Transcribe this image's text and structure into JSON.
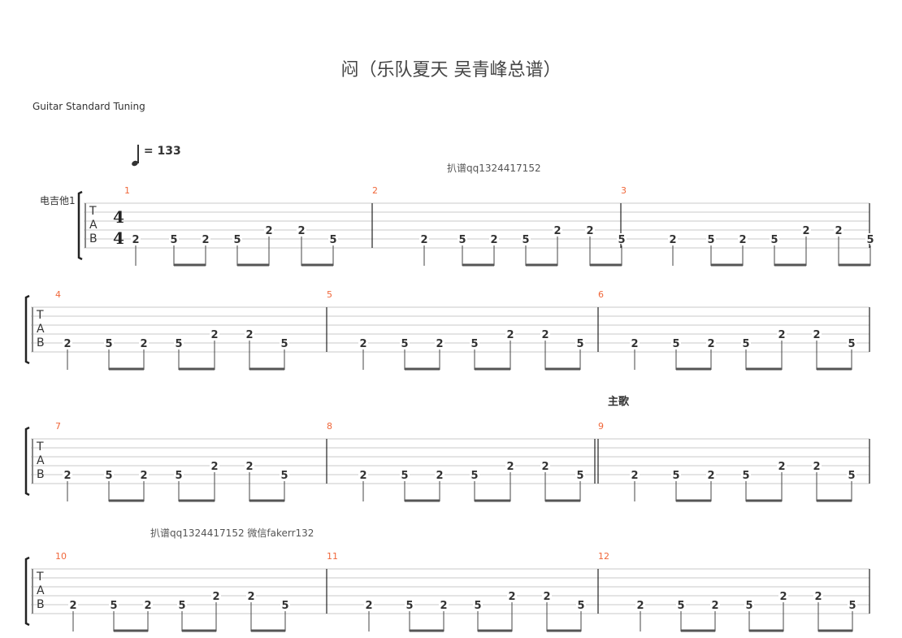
{
  "title": "闷（乐队夏天 吴青峰总谱）",
  "tuning": "Guitar Standard Tuning",
  "tempo": {
    "symbol": "quarter-note",
    "text": "= 133"
  },
  "track_name": "电吉他1",
  "tab_letters": [
    "T",
    "A",
    "B"
  ],
  "time_signature": {
    "top": "4",
    "bottom": "4"
  },
  "annotations": {
    "top": "扒谱qq1324417152",
    "section": "主歌",
    "bottom": "扒谱qq1324417152 微信fakerr132"
  },
  "colors": {
    "measure_number": "#f0673a",
    "staff": "#c8c8c8",
    "text": "#333333"
  },
  "measure_pattern": [
    {
      "fret": "2",
      "string": 5
    },
    {
      "fret": "5",
      "string": 5
    },
    {
      "fret": "2",
      "string": 5
    },
    {
      "fret": "5",
      "string": 5
    },
    {
      "fret": "2",
      "string": 4
    },
    {
      "fret": "2",
      "string": 4
    },
    {
      "fret": "5",
      "string": 5
    }
  ],
  "measures": [
    "1",
    "2",
    "3",
    "4",
    "5",
    "6",
    "7",
    "8",
    "9",
    "10",
    "11",
    "12"
  ]
}
